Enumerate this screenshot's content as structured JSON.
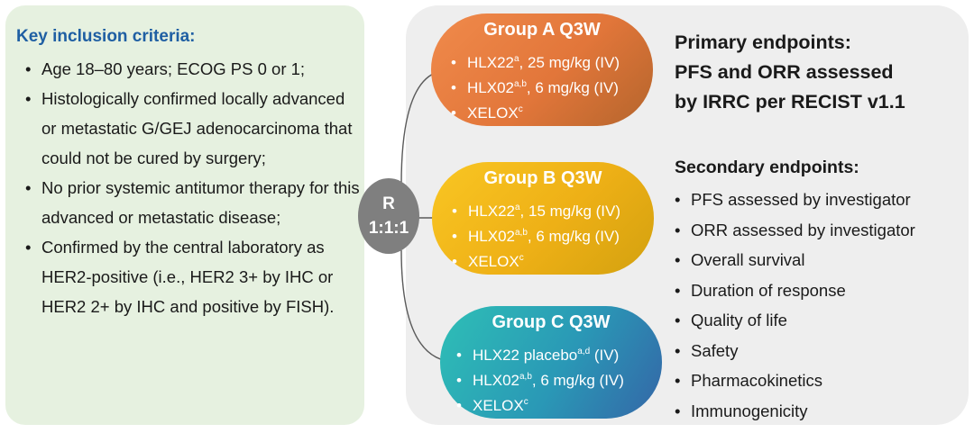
{
  "inclusion": {
    "title": "Key inclusion criteria:",
    "bullet": "•",
    "items": [
      "Age 18–80 years; ECOG PS 0 or 1;",
      "Histologically confirmed locally advanced or metastatic G/GEJ adenocarcinoma that could not be cured by surgery;",
      "No prior systemic antitumor therapy for this advanced or metastatic disease;",
      "Confirmed by the central laboratory as HER2-positive (i.e., HER2 3+ by IHC or HER2 2+ by IHC and positive by FISH)."
    ]
  },
  "randomization": {
    "line1": "R",
    "line2": "1:1:1"
  },
  "groups": [
    {
      "title": "Group A  Q3W",
      "items": [
        {
          "name": "HLX22",
          "sup": "a",
          "rest": ", 25 mg/kg (IV)"
        },
        {
          "name": "HLX02",
          "sup": "a,b",
          "rest": ", 6 mg/kg (IV)"
        },
        {
          "name": "XELOX",
          "sup": "c",
          "rest": ""
        }
      ]
    },
    {
      "title": "Group B  Q3W",
      "items": [
        {
          "name": "HLX22",
          "sup": "a",
          "rest": ", 15 mg/kg (IV)"
        },
        {
          "name": "HLX02",
          "sup": "a,b",
          "rest": ", 6 mg/kg (IV)"
        },
        {
          "name": "XELOX",
          "sup": "c",
          "rest": ""
        }
      ]
    },
    {
      "title": "Group C  Q3W",
      "items": [
        {
          "name": "HLX22 placebo",
          "sup": "a,d",
          "rest": " (IV)"
        },
        {
          "name": "HLX02",
          "sup": "a,b",
          "rest": ", 6 mg/kg (IV)"
        },
        {
          "name": "XELOX",
          "sup": "c",
          "rest": ""
        }
      ]
    }
  ],
  "primary": {
    "lines": [
      "Primary endpoints:",
      "PFS and ORR assessed",
      "by IRRC per RECIST v1.1"
    ]
  },
  "secondary": {
    "title": "Secondary endpoints:",
    "items": [
      "PFS assessed by investigator",
      "ORR assessed by investigator",
      "Overall survival",
      "Duration of response",
      "Quality of life",
      "Safety",
      "Pharmacokinetics",
      "Immunogenicity"
    ]
  },
  "colors": {
    "inclusion_panel": "#e6f1e0",
    "endpoint_panel": "#eeeeee",
    "title_blue": "#1f5fa3",
    "group_a": "#e2763a",
    "group_b": "#eeb016",
    "group_c": "#2a98b6",
    "randomization": "#7f7f7f"
  }
}
